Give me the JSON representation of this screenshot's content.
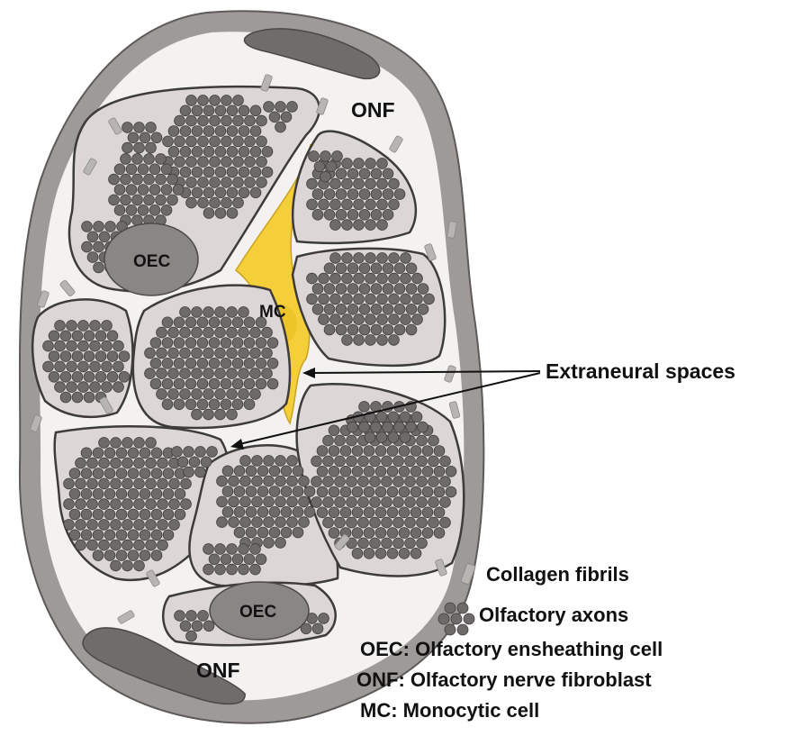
{
  "labels": {
    "onf_top": "ONF",
    "onf_bottom": "ONF",
    "oec_top": "OEC",
    "oec_bottom": "OEC",
    "mc": "MC",
    "extraneural": "Extraneural spaces"
  },
  "legend": {
    "collagen": "Collagen fibrils",
    "axons": "Olfactory axons",
    "oec_def": "OEC: Olfactory ensheathing cell",
    "onf_def": "ONF: Olfactory nerve fibroblast",
    "mc_def": "MC: Monocytic cell"
  },
  "colors": {
    "outer_sheath": "#9d9a98",
    "fascicle_fill": "#dcd7d6",
    "axon": "#6e6a6a",
    "oec": "#8a8685",
    "onf": "#706c6b",
    "monocytic": "#f4cf3a",
    "collagen": "#b7b4b2"
  }
}
